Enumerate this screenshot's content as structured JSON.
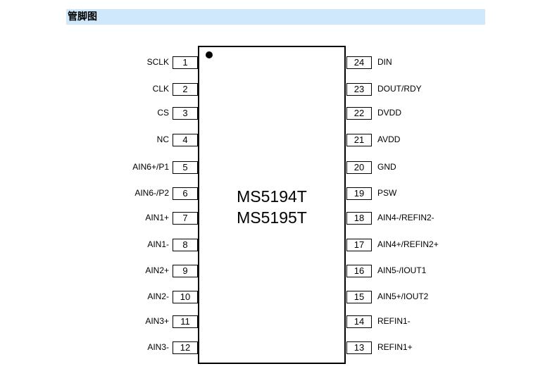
{
  "header": {
    "title": "管脚图"
  },
  "chip": {
    "part_line1": "MS5194T",
    "part_line2": "MS5195T"
  },
  "left_pins": [
    {
      "num": "1",
      "label": "SCLK"
    },
    {
      "num": "2",
      "label": "CLK"
    },
    {
      "num": "3",
      "label": "CS"
    },
    {
      "num": "4",
      "label": "NC"
    },
    {
      "num": "5",
      "label": "AIN6+/P1"
    },
    {
      "num": "6",
      "label": "AIN6-/P2"
    },
    {
      "num": "7",
      "label": "AIN1+"
    },
    {
      "num": "8",
      "label": "AIN1-"
    },
    {
      "num": "9",
      "label": "AIN2+"
    },
    {
      "num": "10",
      "label": "AIN2-"
    },
    {
      "num": "11",
      "label": "AIN3+"
    },
    {
      "num": "12",
      "label": "AIN3-"
    }
  ],
  "right_pins": [
    {
      "num": "24",
      "label": "DIN"
    },
    {
      "num": "23",
      "label": "DOUT/RDY"
    },
    {
      "num": "22",
      "label": "DVDD"
    },
    {
      "num": "21",
      "label": "AVDD"
    },
    {
      "num": "20",
      "label": "GND"
    },
    {
      "num": "19",
      "label": "PSW"
    },
    {
      "num": "18",
      "label": "AIN4-/REFIN2-"
    },
    {
      "num": "17",
      "label": "AIN4+/REFIN2+"
    },
    {
      "num": "16",
      "label": "AIN5-/IOUT1"
    },
    {
      "num": "15",
      "label": "AIN5+/IOUT2"
    },
    {
      "num": "14",
      "label": "REFIN1-"
    },
    {
      "num": "13",
      "label": "REFIN1+"
    }
  ]
}
